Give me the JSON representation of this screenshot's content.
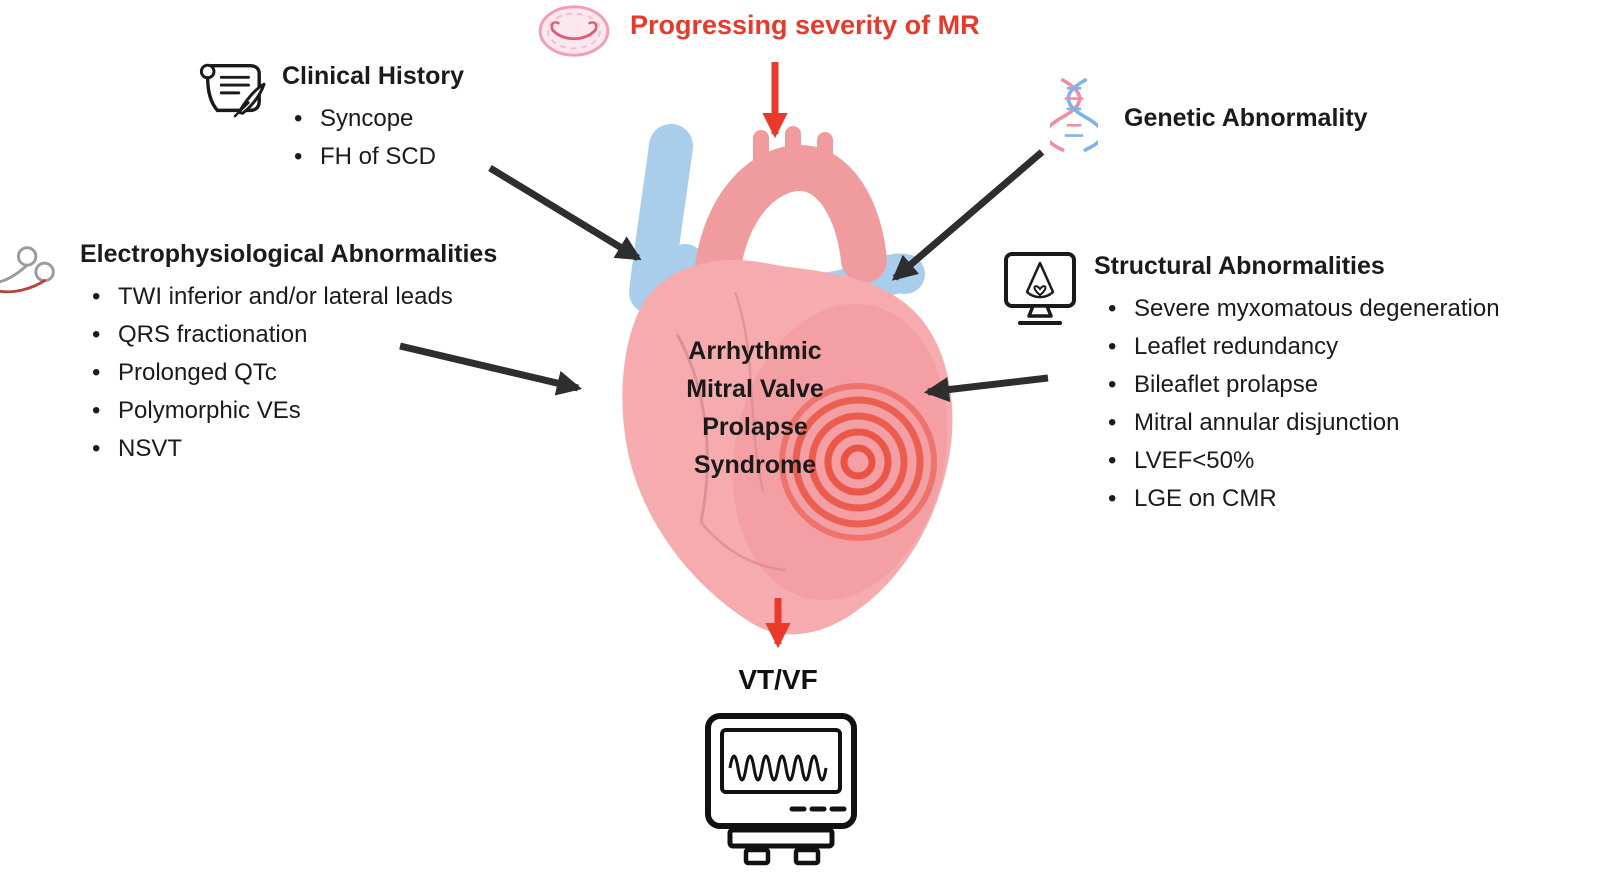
{
  "top": {
    "label": "Progressing severity of MR",
    "icon": "mitral-valve-icon"
  },
  "clinical": {
    "icon": "scroll-quill-icon",
    "heading": "Clinical History",
    "items": [
      "Syncope",
      "FH of SCD"
    ]
  },
  "electro": {
    "icon": "electrode-catheter-icon",
    "heading": "Electrophysiological Abnormalities",
    "items": [
      "TWI inferior and/or lateral leads",
      "QRS fractionation",
      "Prolonged QTc",
      "Polymorphic VEs",
      "NSVT"
    ]
  },
  "genetic": {
    "icon": "dna-icon",
    "heading": "Genetic Abnormality"
  },
  "structural": {
    "icon": "ultrasound-monitor-icon",
    "heading": "Structural Abnormalities",
    "items": [
      "Severe myxomatous degeneration",
      "Leaflet redundancy",
      "Bileaflet prolapse",
      "Mitral annular disjunction",
      "LVEF<50%",
      "LGE on CMR"
    ]
  },
  "heart": {
    "lines": [
      "Arrhythmic",
      "Mitral Valve",
      "Prolapse",
      "Syndrome"
    ]
  },
  "outcome": {
    "label": "VT/VF",
    "icon": "ecg-monitor-icon"
  },
  "colors": {
    "accent_red": "#e8392b",
    "arrow_dark": "#2e2e2e",
    "heart_pink": "#f6acaf",
    "heart_shade": "#f0969a",
    "vessel_blue": "#a9ceec",
    "ring_red": "#e94f3f",
    "dna_pink": "#f08ca4",
    "dna_blue": "#7eb3e8"
  }
}
